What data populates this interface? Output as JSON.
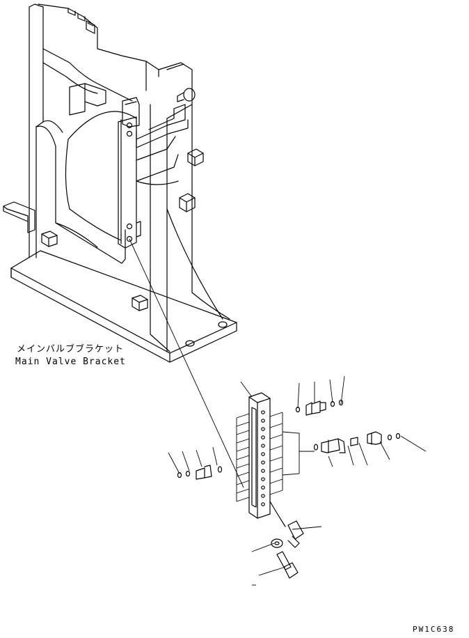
{
  "labels": {
    "jp": "メインバルブブラケット",
    "en": "Main Valve Bracket"
  },
  "drawing_code": "PW1C638",
  "colors": {
    "line": "#000000",
    "background": "#ffffff"
  }
}
